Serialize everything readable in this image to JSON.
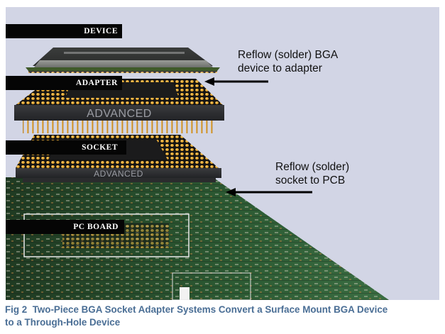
{
  "figure": {
    "labels": {
      "device": "DEVICE",
      "adapter": "ADAPTER",
      "socket": "SOCKET",
      "pc_board": "PC BOARD"
    },
    "part_markings": {
      "adapter_brand": "ADVANCED",
      "socket_brand": "ADVANCED"
    },
    "annotations": [
      {
        "line1": "Reflow (solder) BGA",
        "line2": "device to adapter",
        "arrow": "left-arrow"
      },
      {
        "line1": "Reflow (solder)",
        "line2": "socket to PCB",
        "arrow": "left-arrow"
      }
    ],
    "colors": {
      "background": "#d2d5e5",
      "label_box": "#050505",
      "pcb_green": "#2f5b34",
      "gold_pins": "#d99a2a",
      "caption": "#4a6e95"
    }
  },
  "caption": {
    "text_line1": "Fig 2  Two-Piece BGA Socket Adapter Systems Convert a Surface Mount BGA Device",
    "text_line2": "to a Through-Hole Device"
  }
}
